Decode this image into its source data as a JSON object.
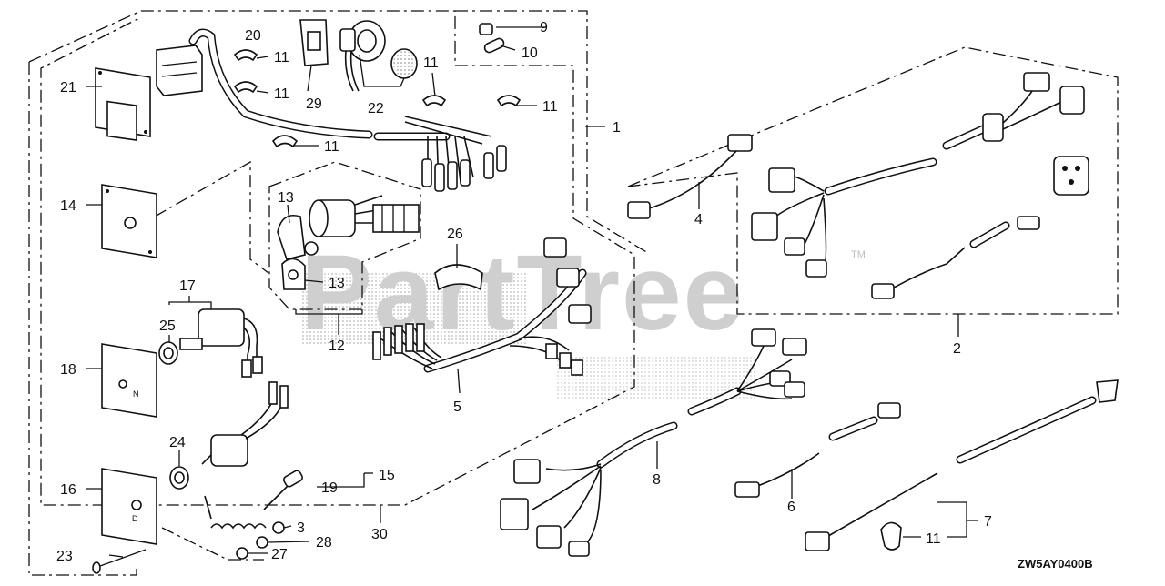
{
  "diagram": {
    "watermark": "PartTree",
    "watermark_tm": "TM",
    "code": "ZW5AY0400B",
    "callouts": [
      {
        "id": "c-1",
        "label": "1"
      },
      {
        "id": "c-2",
        "label": "2"
      },
      {
        "id": "c-3",
        "label": "3"
      },
      {
        "id": "c-4",
        "label": "4"
      },
      {
        "id": "c-5",
        "label": "5"
      },
      {
        "id": "c-6",
        "label": "6"
      },
      {
        "id": "c-7",
        "label": "7"
      },
      {
        "id": "c-8",
        "label": "8"
      },
      {
        "id": "c-9",
        "label": "9"
      },
      {
        "id": "c-10",
        "label": "10"
      },
      {
        "id": "c-11a",
        "label": "11"
      },
      {
        "id": "c-11b",
        "label": "11"
      },
      {
        "id": "c-11c",
        "label": "11"
      },
      {
        "id": "c-11d",
        "label": "11"
      },
      {
        "id": "c-11e",
        "label": "11"
      },
      {
        "id": "c-11f",
        "label": "11"
      },
      {
        "id": "c-12",
        "label": "12"
      },
      {
        "id": "c-13a",
        "label": "13"
      },
      {
        "id": "c-13b",
        "label": "13"
      },
      {
        "id": "c-14",
        "label": "14"
      },
      {
        "id": "c-15",
        "label": "15"
      },
      {
        "id": "c-16",
        "label": "16"
      },
      {
        "id": "c-17",
        "label": "17"
      },
      {
        "id": "c-18",
        "label": "18"
      },
      {
        "id": "c-19",
        "label": "19"
      },
      {
        "id": "c-20",
        "label": "20"
      },
      {
        "id": "c-21",
        "label": "21"
      },
      {
        "id": "c-22",
        "label": "22"
      },
      {
        "id": "c-23",
        "label": "23"
      },
      {
        "id": "c-24",
        "label": "24"
      },
      {
        "id": "c-25",
        "label": "25"
      },
      {
        "id": "c-26",
        "label": "26"
      },
      {
        "id": "c-27",
        "label": "27"
      },
      {
        "id": "c-28",
        "label": "28"
      },
      {
        "id": "c-29",
        "label": "29"
      },
      {
        "id": "c-30",
        "label": "30"
      }
    ]
  }
}
